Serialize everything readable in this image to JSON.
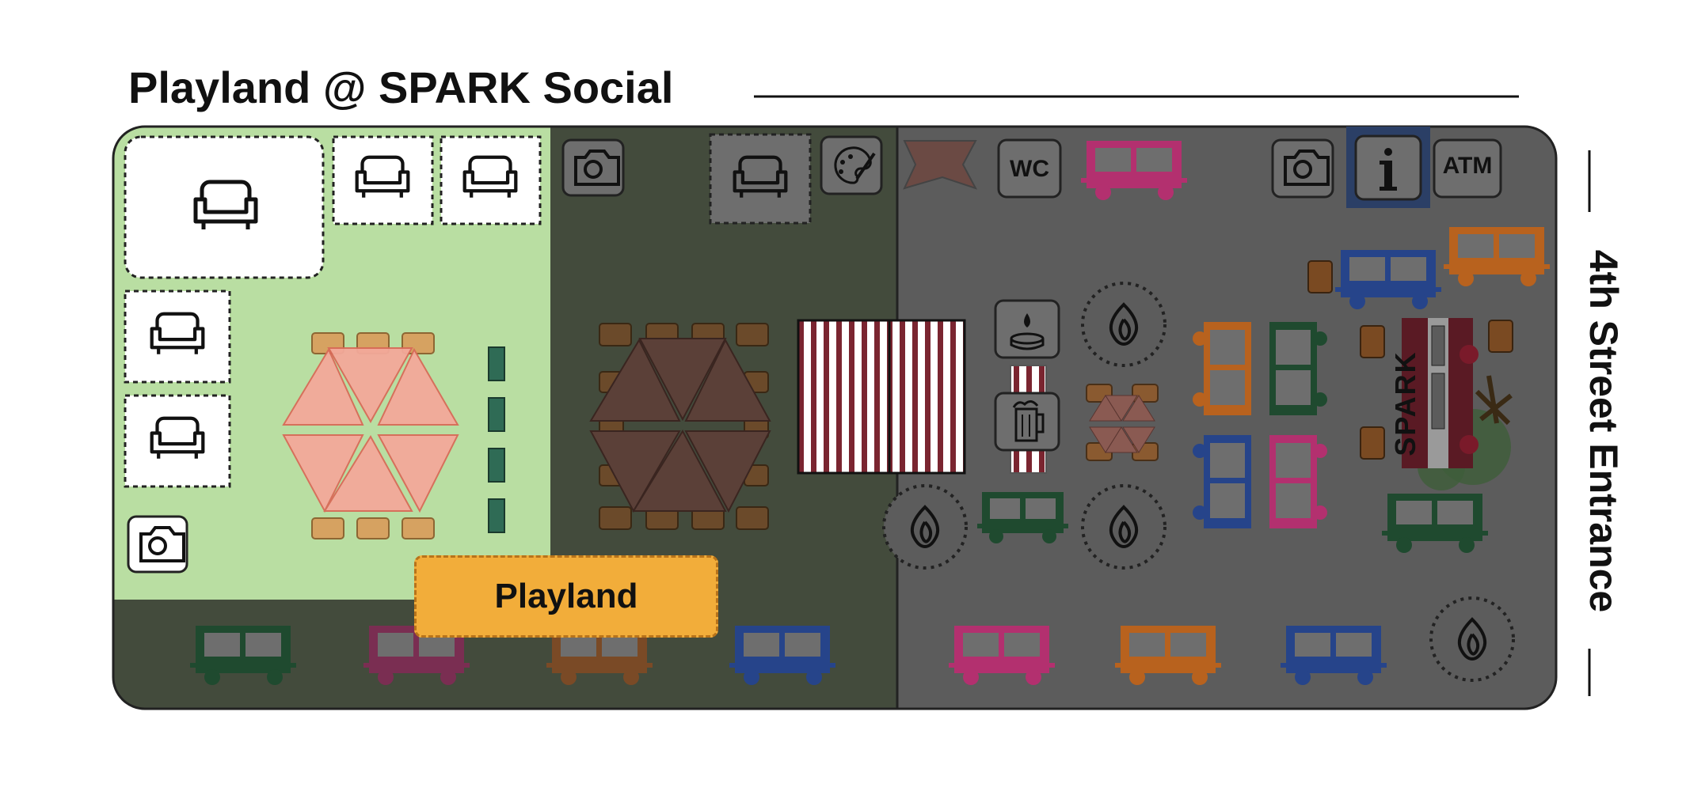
{
  "map": {
    "title": "Playland @ SPARK Social",
    "entrance": "4th Street Entrance",
    "playland_button": "Playland",
    "atm": "ATM",
    "wc": "WC",
    "info": "i",
    "truck_brand": "SPARK"
  },
  "colors": {
    "playland_zone": "#b9dea2",
    "dark_green_zone": "#434b3c",
    "gray_zone": "#5c5c5c",
    "button": "#f2ad3a",
    "truck_pink": "#b3306f",
    "truck_orange": "#b8621e",
    "truck_blue": "#26448a",
    "truck_green": "#1f4a2f",
    "umbrella": "#f3a99a"
  },
  "icons": [
    "sofa-icon",
    "camera-icon",
    "palette-icon",
    "fire-pit-icon",
    "beer-icon",
    "water-bowl-icon",
    "atm-icon",
    "info-icon",
    "restroom-icon",
    "food-truck-icon",
    "umbrella-icon",
    "stage-icon",
    "flag-icon"
  ]
}
